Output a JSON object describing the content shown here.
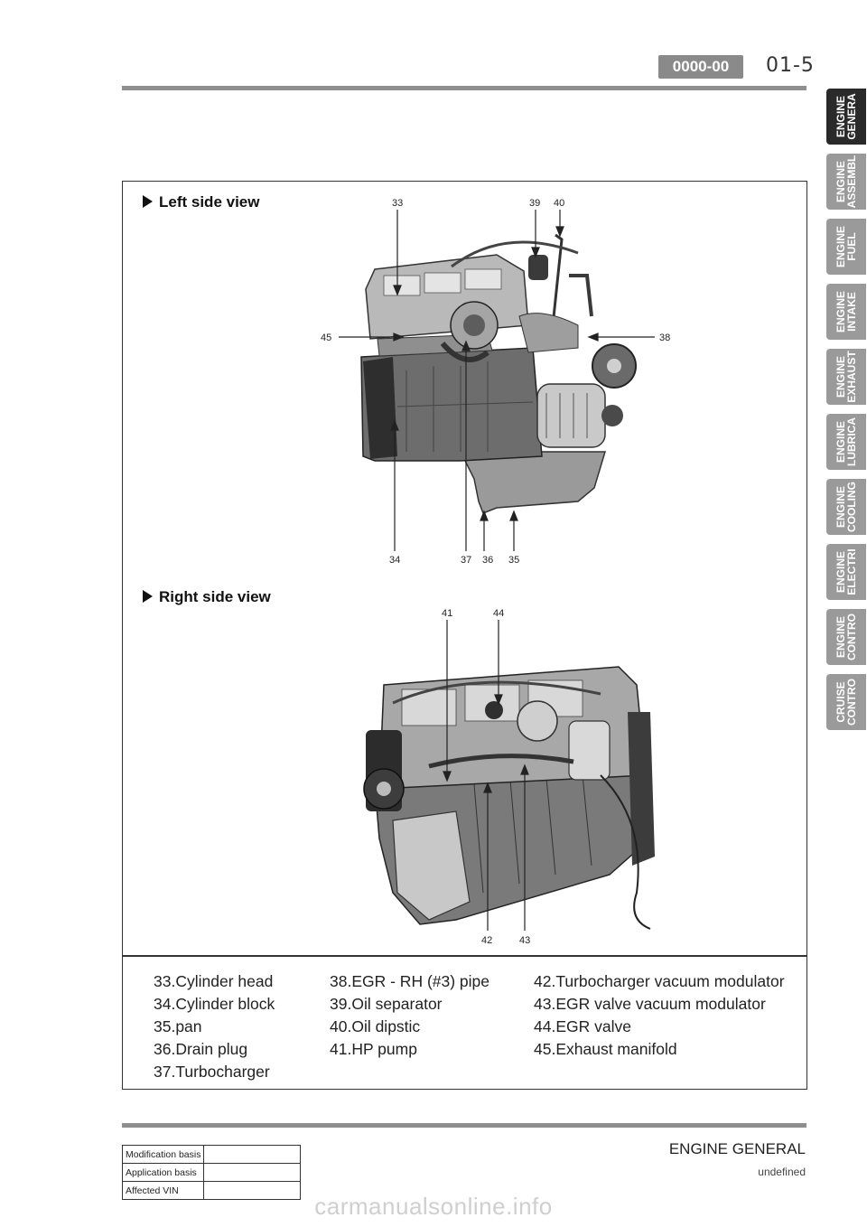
{
  "header": {
    "page_code": "0000-00",
    "page_number": "01-5"
  },
  "side_tabs": [
    {
      "label": "ENGINE\nGENERA",
      "active": true
    },
    {
      "label": "ENGINE\nASSEMBL",
      "active": false
    },
    {
      "label": "ENGINE\nFUEL",
      "active": false
    },
    {
      "label": "ENGINE\nINTAKE",
      "active": false
    },
    {
      "label": "ENGINE\nEXHAUST",
      "active": false
    },
    {
      "label": "ENGINE\nLUBRICA",
      "active": false
    },
    {
      "label": "ENGINE\nCOOLING",
      "active": false
    },
    {
      "label": "ENGINE\nELECTRI",
      "active": false
    },
    {
      "label": "ENGINE\nCONTRO",
      "active": false
    },
    {
      "label": "CRUISE\nCONTRO",
      "active": false
    }
  ],
  "left_view": {
    "title": "Left side view",
    "callouts": [
      "33",
      "39",
      "40",
      "45",
      "38",
      "34",
      "37",
      "36",
      "35"
    ]
  },
  "right_view": {
    "title": "Right side view",
    "callouts": [
      "41",
      "44",
      "42",
      "43"
    ]
  },
  "legend": {
    "col1": [
      "33.Cylinder head",
      "34.Cylinder block",
      "35.pan",
      "36.Drain plug",
      "37.Turbocharger"
    ],
    "col2": [
      "38.EGR - RH (#3) pipe",
      "39.Oil separator",
      "40.Oil dipstic",
      "41.HP pump"
    ],
    "col3": [
      "42.Turbocharger vacuum modulator",
      "43.EGR valve vacuum modulator",
      "44.EGR valve",
      "45.Exhaust manifold"
    ]
  },
  "footer": {
    "title": "ENGINE GENERAL",
    "subtitle": "undefined",
    "basis_rows": [
      "Modification basis",
      "Application basis",
      "Affected VIN"
    ],
    "watermark": "carmanualsonline.info"
  },
  "colors": {
    "tab_active": "#2a2a2a",
    "tab_inactive": "#9a9a9a",
    "rule": "#8e8e8e"
  }
}
